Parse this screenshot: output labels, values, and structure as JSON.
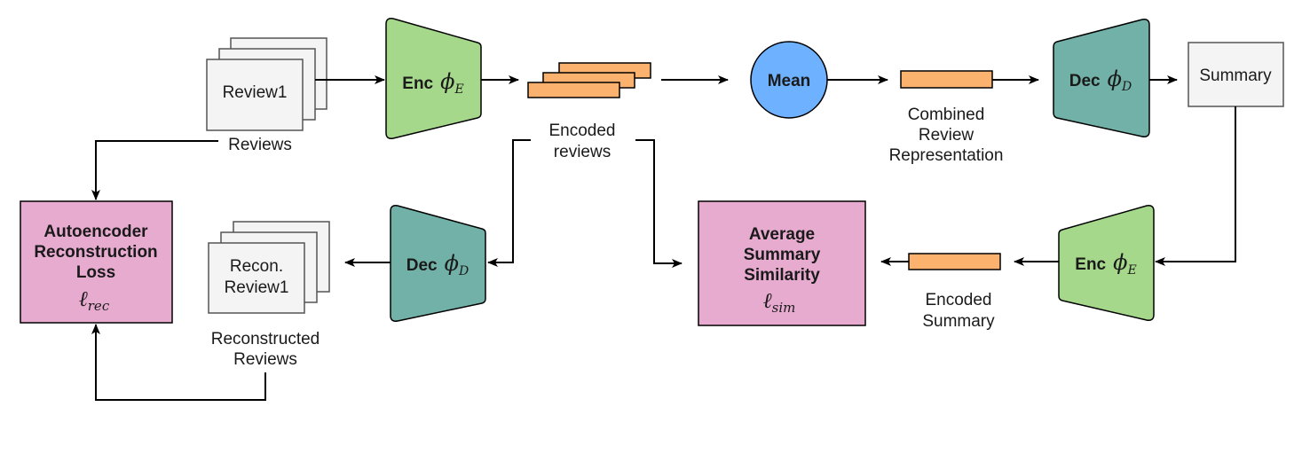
{
  "colors": {
    "encoder": "#a5d88b",
    "decoder": "#71b1a7",
    "mean": "#6eb2ff",
    "vector": "#fbb26f",
    "loss": "#e8abd0",
    "doc": "#f4f4f4"
  },
  "nodes": {
    "review_doc": {
      "label": "Review1"
    },
    "reviews_caption": {
      "label": "Reviews"
    },
    "enc_top": {
      "word": "Enc",
      "phi": "ϕ",
      "sub": "E"
    },
    "encoded_reviews_caption": {
      "line1": "Encoded",
      "line2": "reviews"
    },
    "mean": {
      "label": "Mean"
    },
    "combined_caption": {
      "line1": "Combined",
      "line2": "Review",
      "line3": "Representation"
    },
    "dec_top": {
      "word": "Dec",
      "phi": "ϕ",
      "sub": "D"
    },
    "summary": {
      "label": "Summary"
    },
    "ae_loss": {
      "line1": "Autoencoder",
      "line2": "Reconstruction",
      "line3": "Loss",
      "symbol": "ℓ",
      "sub": "rec"
    },
    "recon_doc": {
      "line1": "Recon.",
      "line2": "Review1"
    },
    "reconstructed_caption": {
      "line1": "Reconstructed",
      "line2": "Reviews"
    },
    "dec_bottom": {
      "word": "Dec",
      "phi": "ϕ",
      "sub": "D"
    },
    "sim_loss": {
      "line1": "Average",
      "line2": "Summary",
      "line3": "Similarity",
      "symbol": "ℓ",
      "sub": "sim"
    },
    "encoded_summary_caption": {
      "line1": "Encoded",
      "line2": "Summary"
    },
    "enc_bottom": {
      "word": "Enc",
      "phi": "ϕ",
      "sub": "E"
    }
  }
}
